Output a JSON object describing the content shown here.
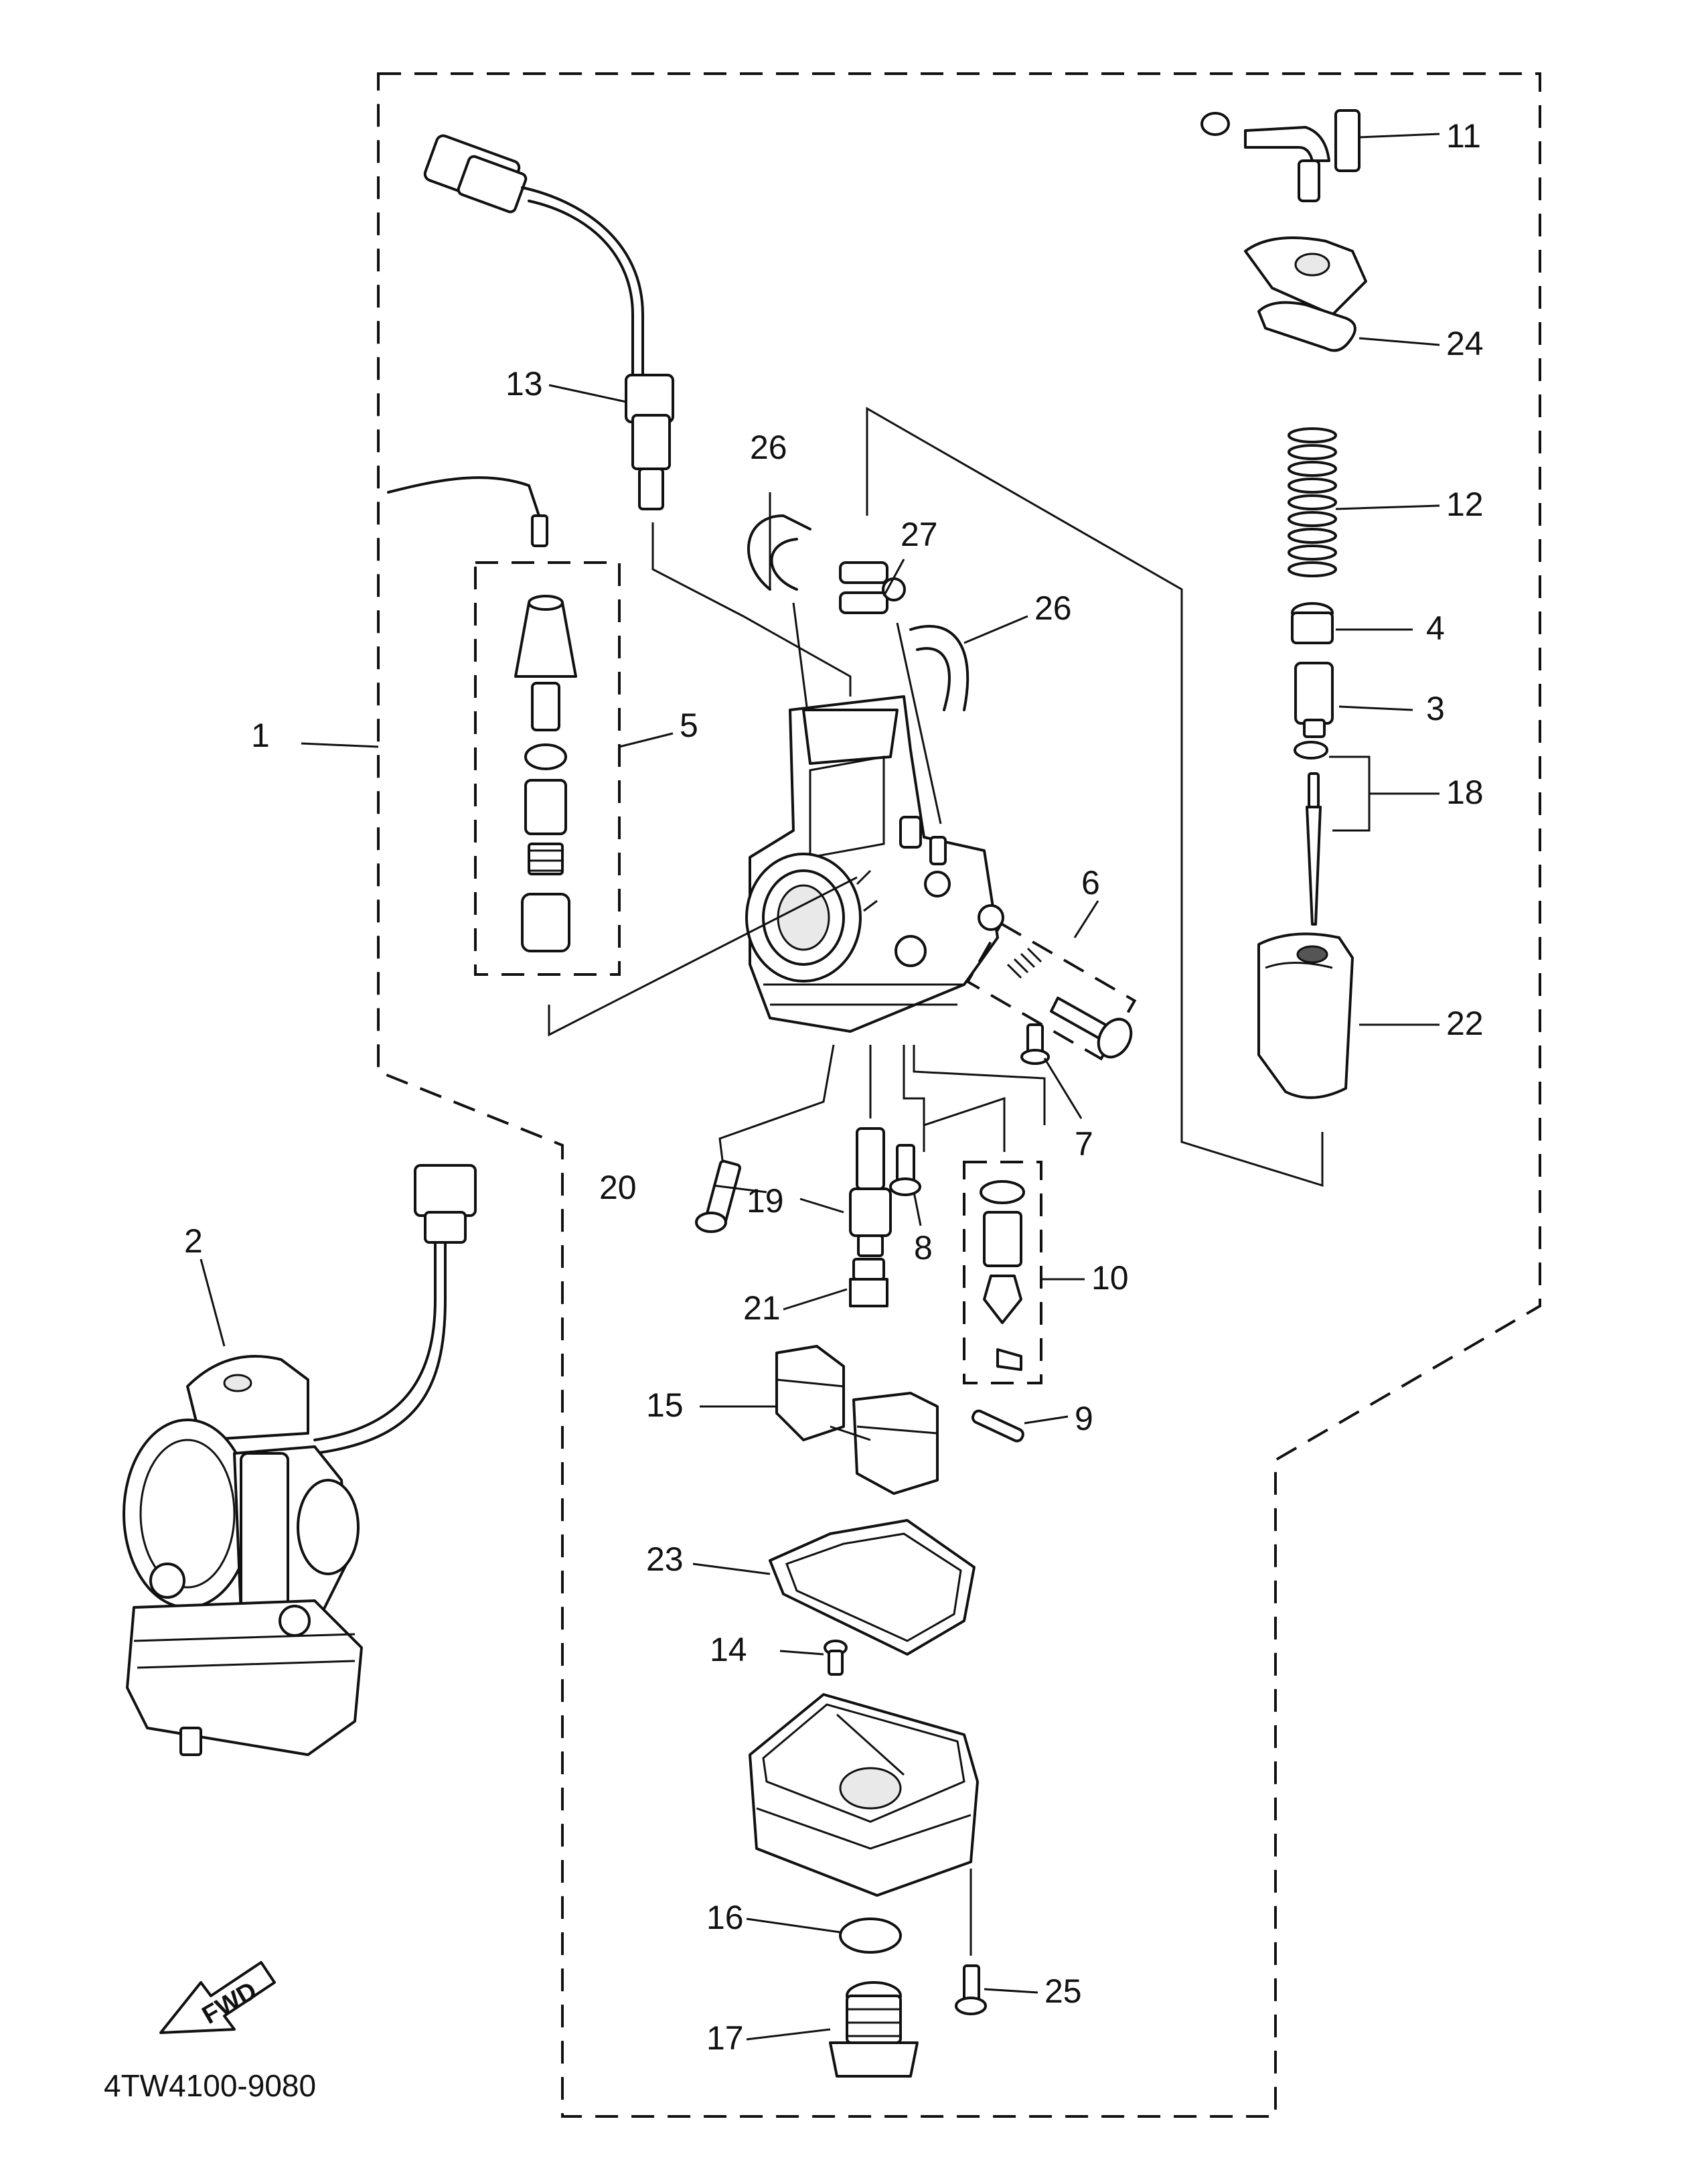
{
  "diagram": {
    "code": "4TW4100-9080",
    "direction_label": "FWD",
    "callouts": {
      "c1": "1",
      "c2": "2",
      "c3": "3",
      "c4": "4",
      "c5": "5",
      "c6": "6",
      "c7": "7",
      "c8": "8",
      "c9": "9",
      "c10": "10",
      "c11": "11",
      "c12": "12",
      "c13": "13",
      "c14": "14",
      "c15": "15",
      "c16": "16",
      "c17": "17",
      "c18": "18",
      "c19": "19",
      "c20": "20",
      "c21": "21",
      "c22": "22",
      "c23": "23",
      "c24": "24",
      "c25": "25",
      "c26a": "26",
      "c26b": "26",
      "c27": "27"
    }
  }
}
